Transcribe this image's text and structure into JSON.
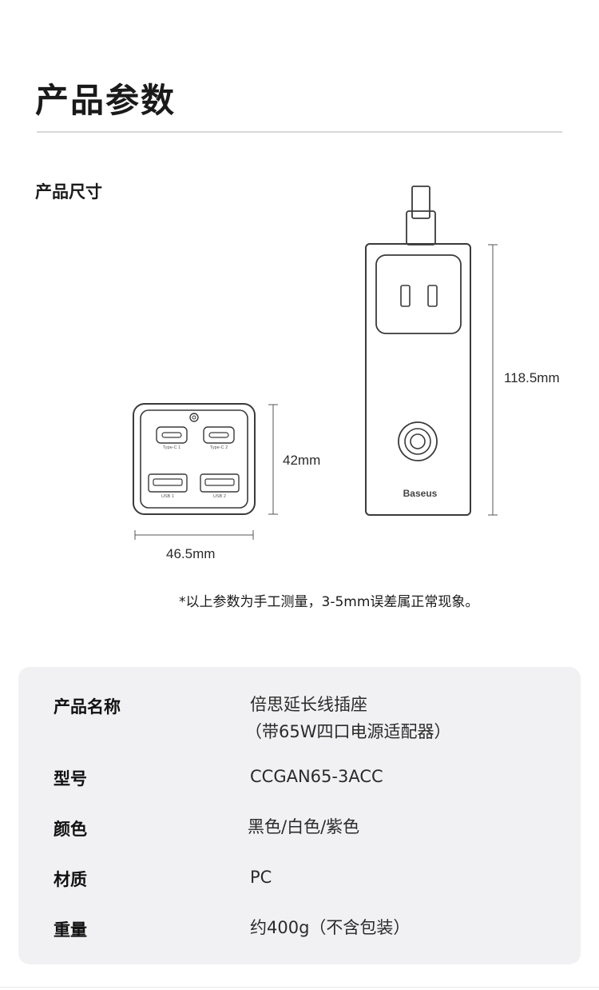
{
  "page": {
    "title": "产品参数",
    "section_title": "产品尺寸"
  },
  "dimensions": {
    "width_label": "46.5mm",
    "height_label": "42mm",
    "length_label": "118.5mm",
    "note": "*以上参数为手工测量，3-5mm误差属正常现象。"
  },
  "device": {
    "brand": "Baseus",
    "ports": [
      "Type-C 1",
      "Type-C 2",
      "USB 1",
      "USB 2"
    ]
  },
  "specs": [
    {
      "key": "产品名称",
      "value_line1": "倍思延长线插座",
      "value_line2": "（带65W四口电源适配器）"
    },
    {
      "key": "型号",
      "value_line1": "CCGAN65-3ACC"
    },
    {
      "key": "颜色",
      "value_line1": "黑色/白色/紫色"
    },
    {
      "key": "材质",
      "value_line1": "PC"
    },
    {
      "key": "重量",
      "value_line1": "约400g（不含包装）"
    }
  ],
  "colors": {
    "outline": "#3a3a3a",
    "panel_bg": "#f1f1f3",
    "divider": "#d8d8d8"
  }
}
